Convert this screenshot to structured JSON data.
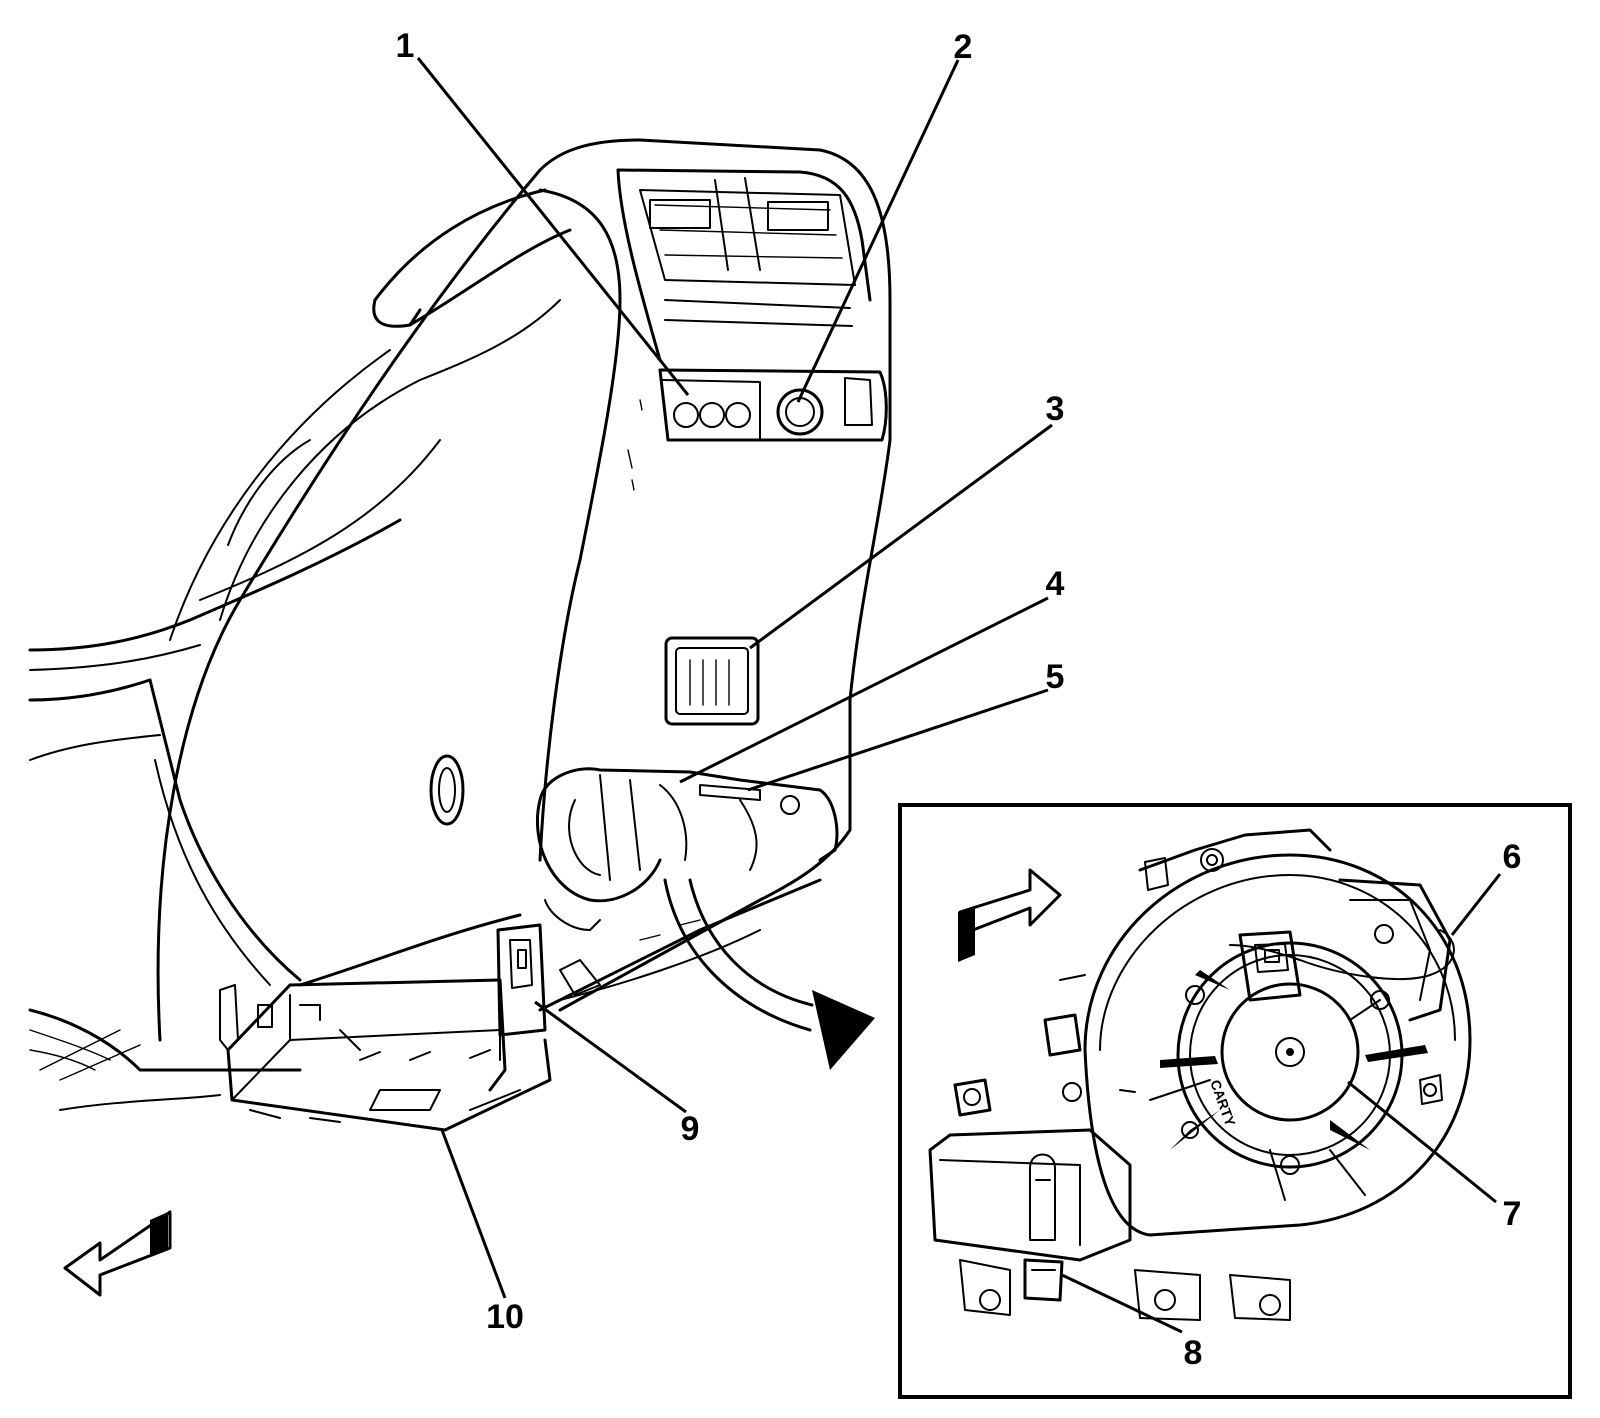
{
  "figure": {
    "callouts": [
      {
        "id": "c1",
        "label": "1"
      },
      {
        "id": "c2",
        "label": "2"
      },
      {
        "id": "c3",
        "label": "3"
      },
      {
        "id": "c4",
        "label": "4"
      },
      {
        "id": "c5",
        "label": "5"
      },
      {
        "id": "c6",
        "label": "6"
      },
      {
        "id": "c7",
        "label": "7"
      },
      {
        "id": "c8",
        "label": "8"
      },
      {
        "id": "c9",
        "label": "9"
      },
      {
        "id": "c10",
        "label": "10"
      }
    ],
    "motor_marking": "CARTY",
    "colors": {
      "line": "#000000",
      "background": "#ffffff"
    }
  }
}
